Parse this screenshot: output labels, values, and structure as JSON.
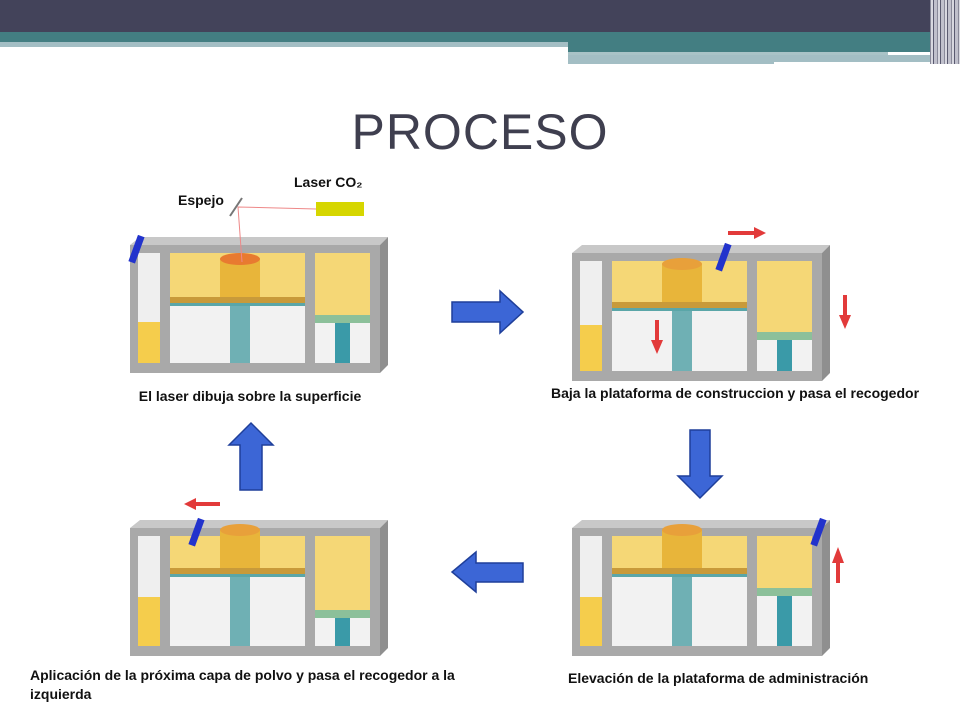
{
  "title": "PROCESO",
  "labels": {
    "mirror": "Espejo",
    "laser": "Laser CO₂"
  },
  "captions": {
    "step1": "El laser dibuja sobre la superficie",
    "step2": "Baja la plataforma de construccion y pasa el recogedor",
    "step3": "Elevación de la plataforma de administración",
    "step4_line1": "Aplicación de la próxima capa de polvo y pasa el recogedor a la",
    "step4_line2": "izquierda"
  },
  "colors": {
    "flow_arrow": "#3c66d6",
    "motion_arrow": "#e23a3a",
    "powder": "#f5cd4c",
    "frame": "#a8a8a8",
    "roller": "#2233cc"
  }
}
